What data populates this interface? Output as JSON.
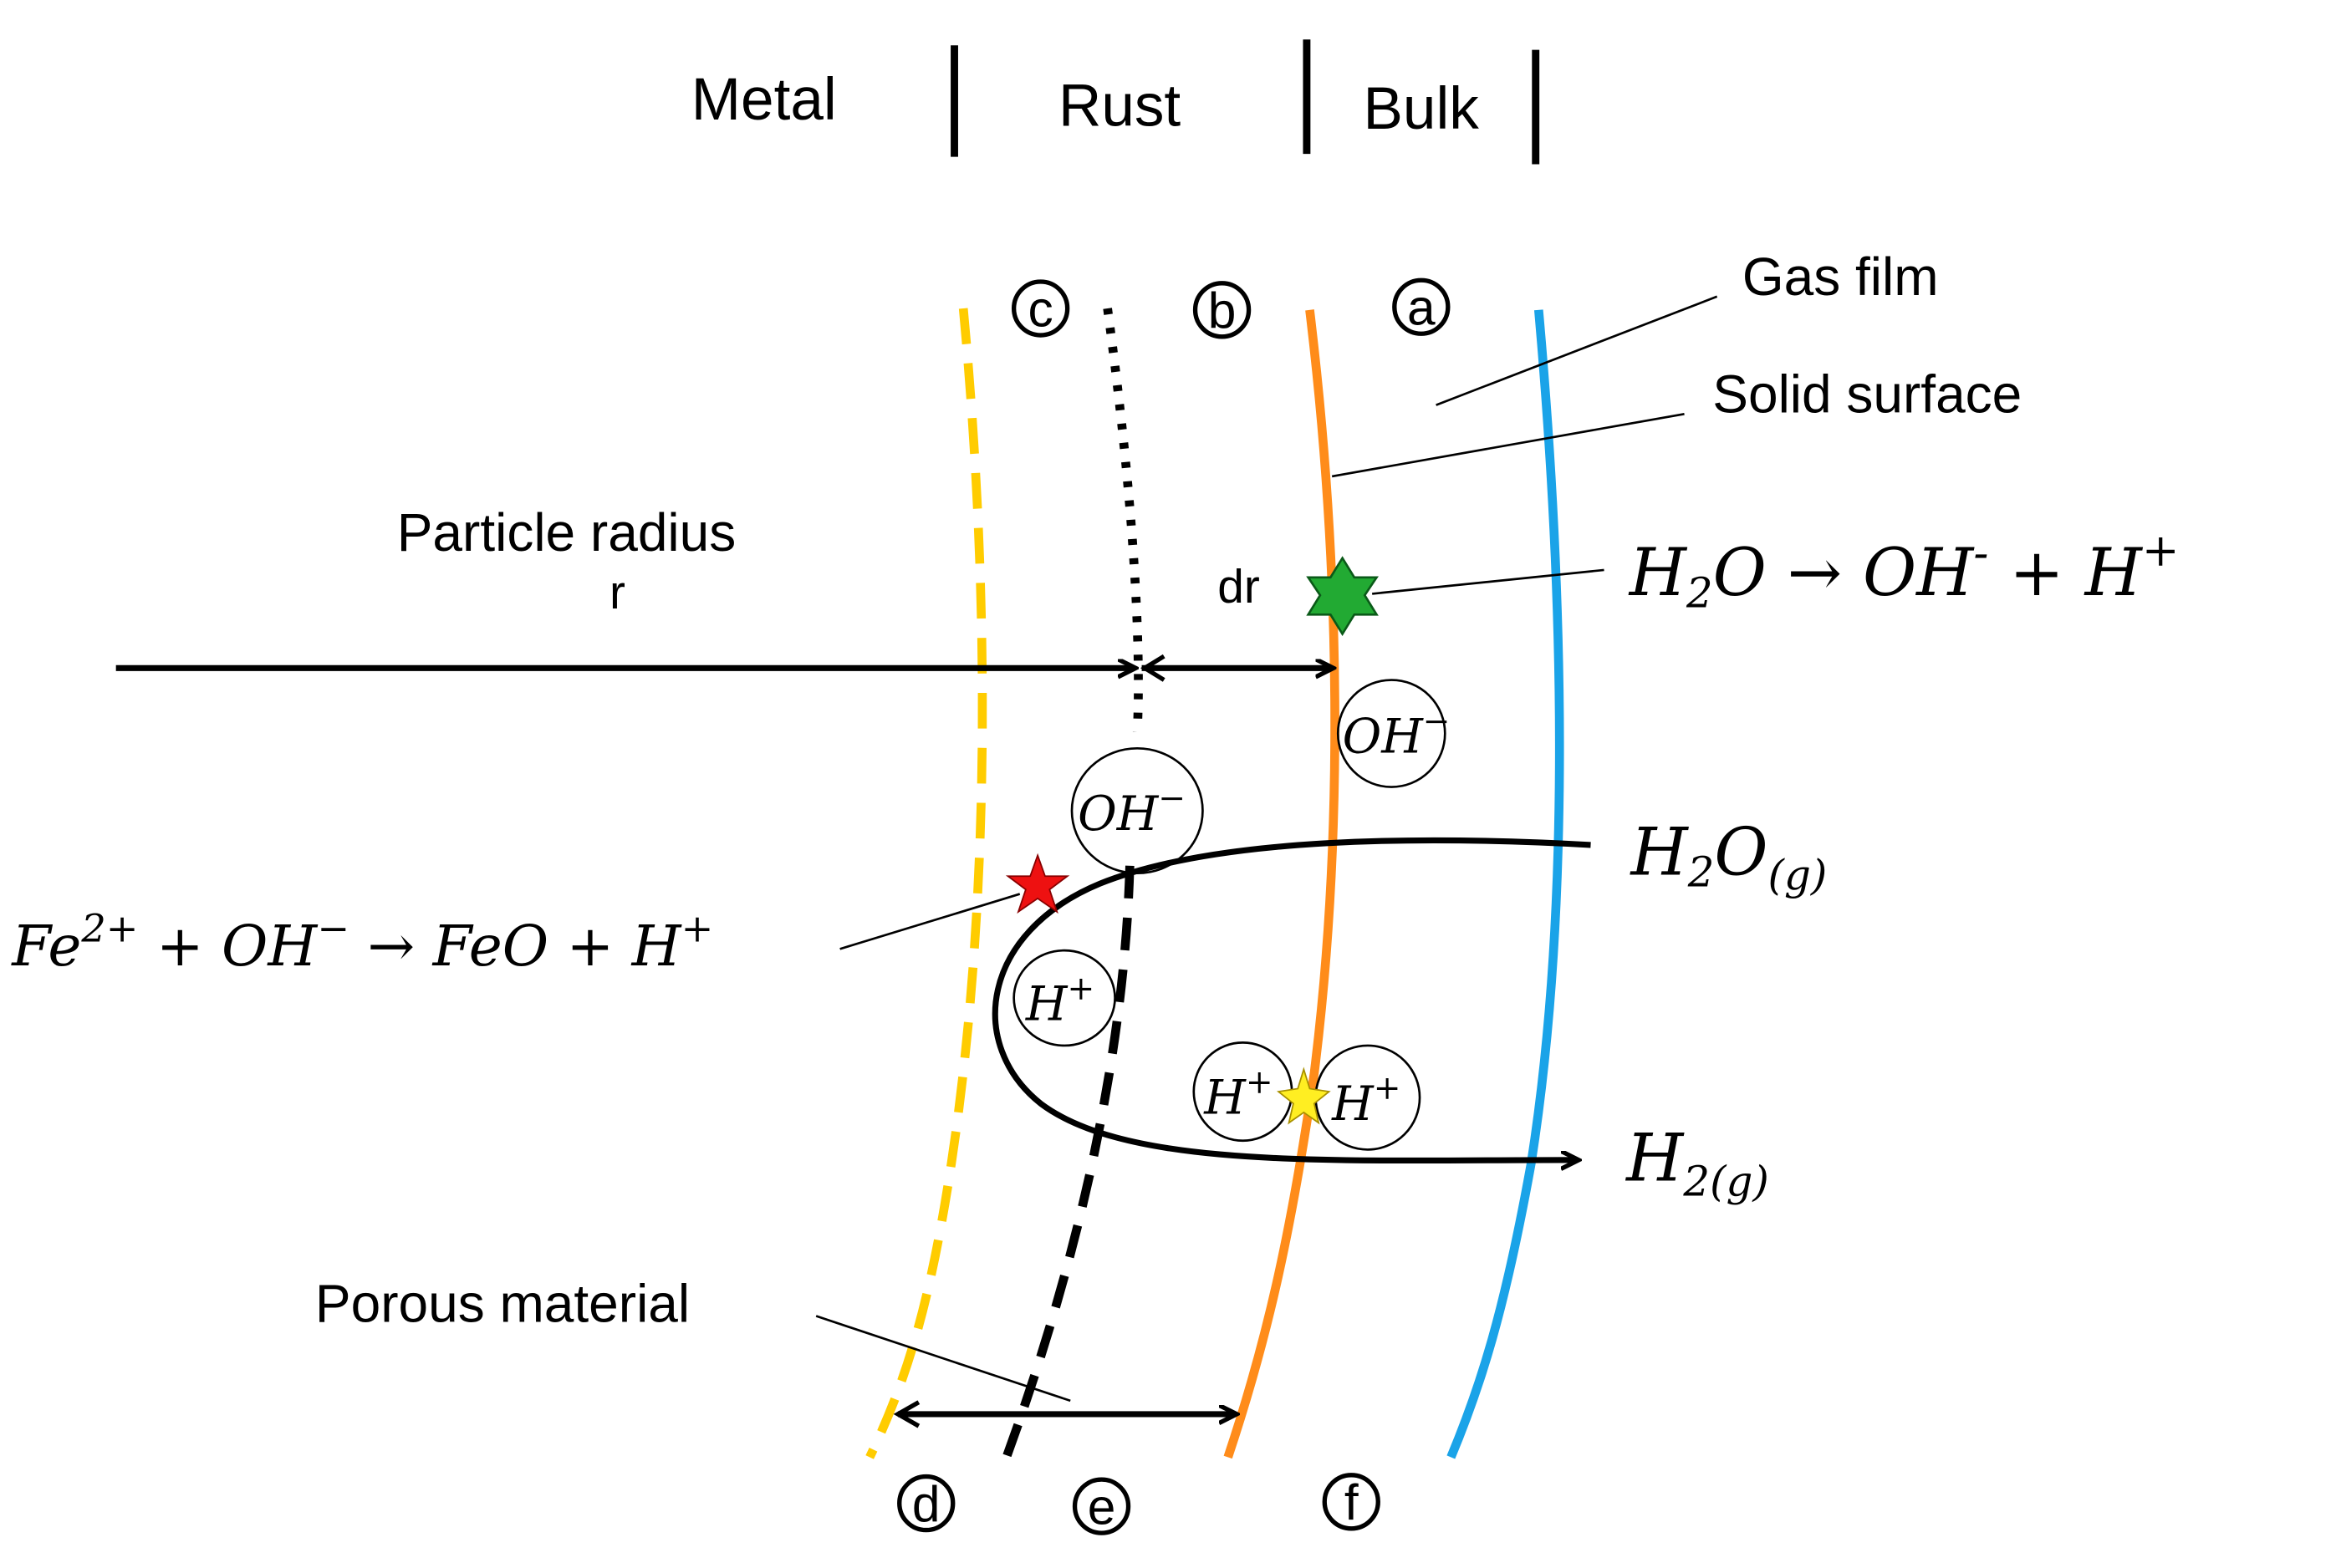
{
  "header": {
    "metal": "Metal",
    "rust": "Rust",
    "bulk": "Bulk"
  },
  "labels": {
    "gas_film": "Gas film",
    "solid_surface": "Solid  surface",
    "particle_radius": "Particle radius",
    "r": "r",
    "dr": "dr",
    "porous_material": "Porous  material"
  },
  "markers": {
    "a": "a",
    "b": "b",
    "c": "c",
    "d": "d",
    "e": "e",
    "f": "f"
  },
  "equations": {
    "water_dissociation": {
      "lhs": "H",
      "sub": "2",
      "mid": "O →  OH",
      "sup1": "-",
      "plus": " + H",
      "sup2": "+"
    },
    "iron_oxidation": {
      "lhs": "Fe",
      "sup1": "2+",
      "mid": " + OH",
      "sup2": "−",
      "arrow": "  → FeO +  H",
      "sup3": "+"
    },
    "water_gas": {
      "base": "H",
      "sub1": "2",
      "base2": "O",
      "sub2": "(g)"
    },
    "hydrogen_gas": {
      "base": "H",
      "sub": "2(g)"
    }
  },
  "species": {
    "oh_surface": {
      "base": "OH",
      "sup": "−"
    },
    "oh_rust": {
      "base": "OH",
      "sup": "−"
    },
    "h_rust": {
      "base": "H",
      "sup": "+"
    },
    "h_left": {
      "base": "H",
      "sup": "+"
    },
    "h_right": {
      "base": "H",
      "sup": "+"
    }
  },
  "colors": {
    "metal_boundary": "#ffcc00",
    "reaction_front": "#000000",
    "solid_surface": "#ff8c1a",
    "gas_film_boundary": "#1aa3e8",
    "star_surface": "#22aa33",
    "star_metal": "#ee1111",
    "star_recombination": "#ffee22"
  }
}
